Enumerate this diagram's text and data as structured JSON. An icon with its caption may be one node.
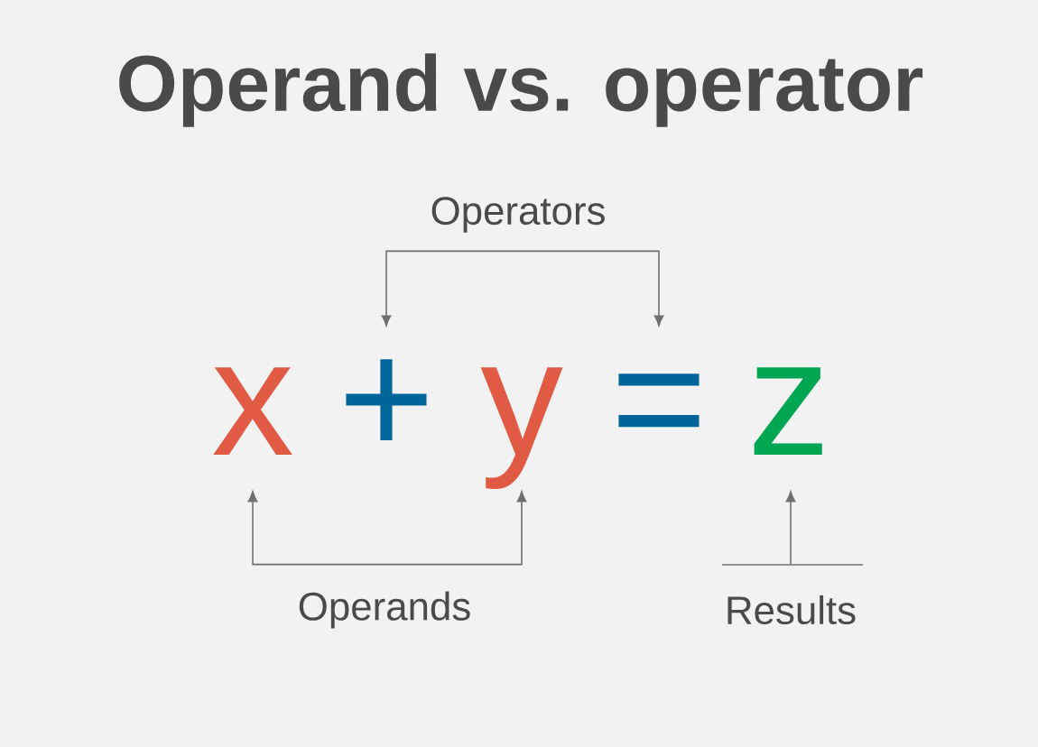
{
  "diagram": {
    "title": "Operand vs. operator",
    "nodes": [
      {
        "text": [
          "Operators"
        ]
      },
      {
        "text": [
          "x"
        ]
      },
      {
        "text": [
          "+"
        ]
      },
      {
        "text": [
          "y"
        ]
      },
      {
        "text": [
          "="
        ]
      },
      {
        "text": [
          "z"
        ]
      },
      {
        "text": [
          "Operands"
        ]
      },
      {
        "text": [
          "Results"
        ]
      }
    ],
    "edges": [
      {
        "from": 0,
        "to": 2,
        "arrow": "to"
      },
      {
        "from": 0,
        "to": 4,
        "arrow": "to"
      },
      {
        "from": 6,
        "to": 1,
        "arrow": "to"
      },
      {
        "from": 6,
        "to": 3,
        "arrow": "to"
      },
      {
        "from": 7,
        "to": 5,
        "arrow": "to"
      }
    ]
  }
}
